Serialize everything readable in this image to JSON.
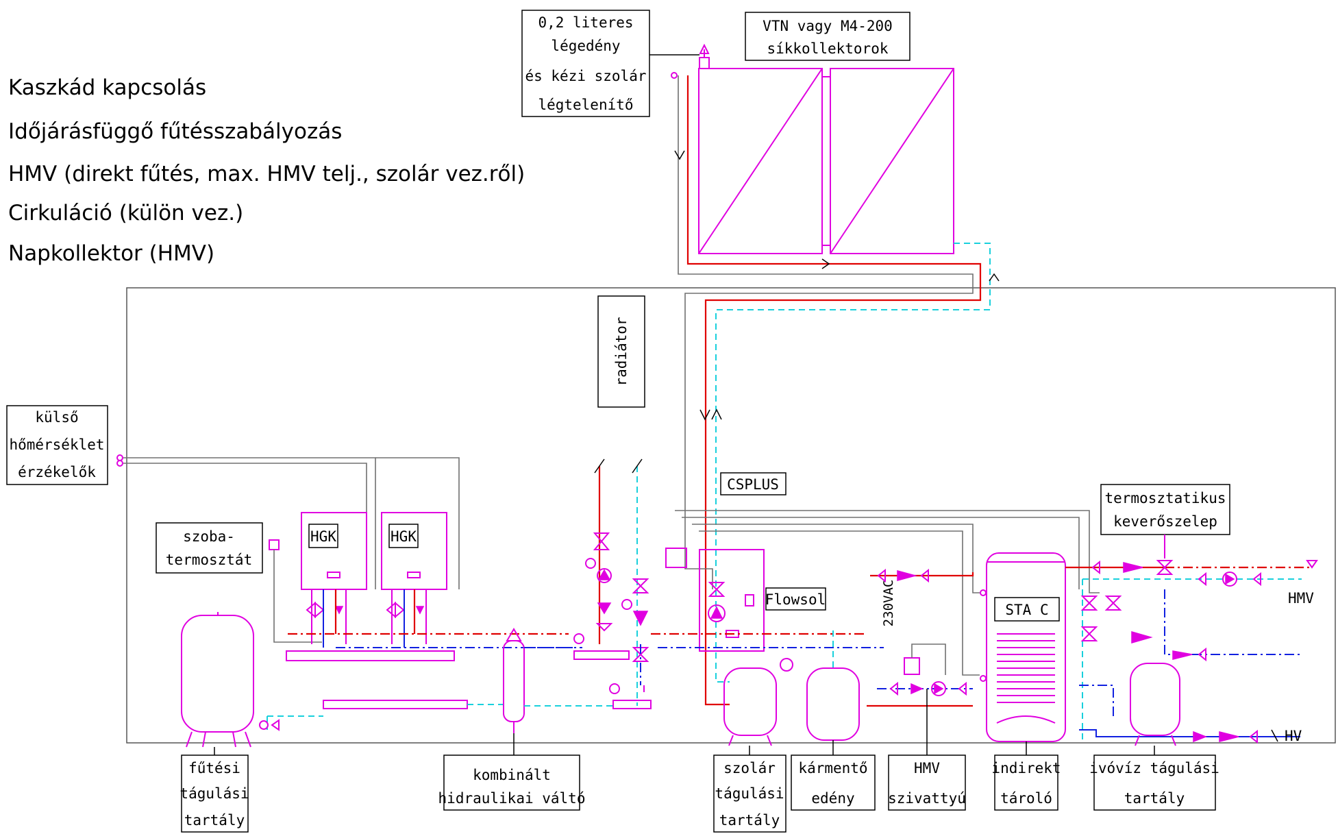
{
  "header_lines": [
    "Kaszkád kapcsolás",
    "Időjárásfüggő fűtésszabályozás",
    "HMV (direkt fűtés, max. HMV telj., szolár vez.ről)",
    "Cirkuláció (külön vez.)",
    "Napkollektor (HMV)"
  ],
  "labels": {
    "legedeny": [
      "0,2 literes",
      "légedény",
      "és kézi szolár",
      "légtelenítő"
    ],
    "kollektor": [
      "VTN vagy M4-200",
      "síkkollektorok"
    ],
    "kulso": [
      "külső",
      "hőmérséklet",
      "érzékelők"
    ],
    "szoba": [
      "szoba-",
      "termosztát"
    ],
    "radiator": "radiátor",
    "hgk": "HGK",
    "csplus": "CSPLUS",
    "flowsol": "Flowsol",
    "vac": "230VAC",
    "sta": "STA C",
    "termoszt": [
      "termosztatikus",
      "keverőszelep"
    ],
    "hmv": "HMV",
    "hv": "HV",
    "futesi": [
      "fűtési",
      "tágulási",
      "tartály"
    ],
    "kombinalt": [
      "kombinált",
      "hidraulikai váltó"
    ],
    "szolar": [
      "szolár",
      "tágulási",
      "tartály"
    ],
    "karmento": [
      "kármentő",
      "edény"
    ],
    "hmvszivattyu": [
      "HMV",
      "szivattyú"
    ],
    "indirekt": [
      "indirekt",
      "tároló"
    ],
    "ivoviz": [
      "ivóvíz tágulási",
      "tartály"
    ]
  },
  "colors": {
    "flow_red": "#e00000",
    "return_blue": "#1020e0",
    "solar_cyan": "#18d0dc",
    "equipment_magenta": "#e000e0",
    "control_grey": "#707070"
  }
}
